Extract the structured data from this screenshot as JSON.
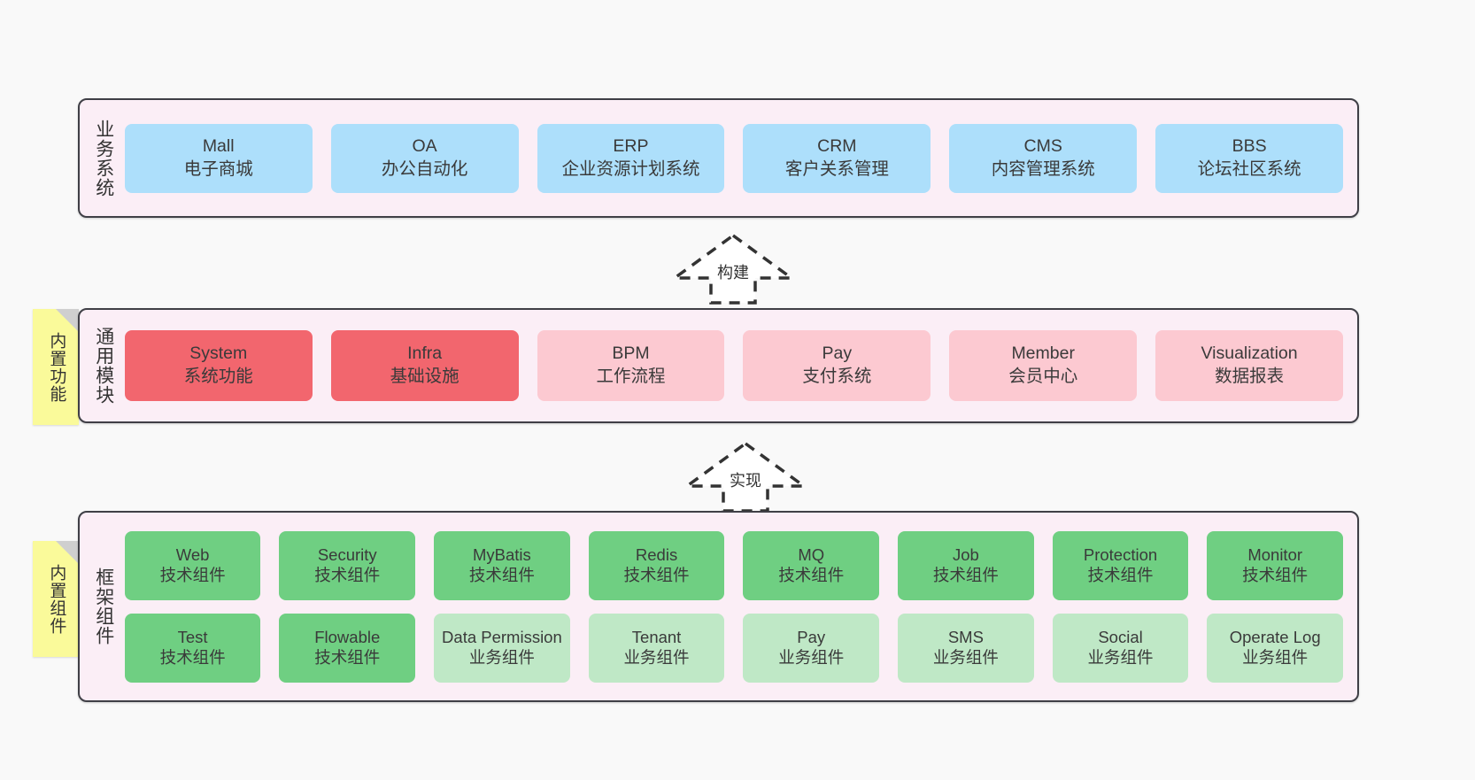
{
  "layers": [
    {
      "id": "business",
      "label": "业务系统",
      "rows": [
        [
          {
            "name": "mall",
            "l1": "Mall",
            "l2": "电子商城",
            "color": "#addffb"
          },
          {
            "name": "oa",
            "l1": "OA",
            "l2": "办公自动化",
            "color": "#addffb"
          },
          {
            "name": "erp",
            "l1": "ERP",
            "l2": "企业资源计划系统",
            "color": "#addffb"
          },
          {
            "name": "crm",
            "l1": "CRM",
            "l2": "客户关系管理",
            "color": "#addffb"
          },
          {
            "name": "cms",
            "l1": "CMS",
            "l2": "内容管理系统",
            "color": "#addffb"
          },
          {
            "name": "bbs",
            "l1": "BBS",
            "l2": "论坛社区系统",
            "color": "#addffb"
          }
        ]
      ]
    },
    {
      "id": "modules",
      "label": "通用模块",
      "rows": [
        [
          {
            "name": "system",
            "l1": "System",
            "l2": "系统功能",
            "color": "#f2666e"
          },
          {
            "name": "infra",
            "l1": "Infra",
            "l2": "基础设施",
            "color": "#f2666e"
          },
          {
            "name": "bpm",
            "l1": "BPM",
            "l2": "工作流程",
            "color": "#fcc9d1"
          },
          {
            "name": "pay",
            "l1": "Pay",
            "l2": "支付系统",
            "color": "#fcc9d1"
          },
          {
            "name": "member",
            "l1": "Member",
            "l2": "会员中心",
            "color": "#fcc9d1"
          },
          {
            "name": "visualization",
            "l1": "Visualization",
            "l2": "数据报表",
            "color": "#fcc9d1"
          }
        ]
      ]
    },
    {
      "id": "framework",
      "label": "框架组件",
      "rows": [
        [
          {
            "name": "web",
            "l1": "Web",
            "l2": "技术组件",
            "color": "#6fcf82"
          },
          {
            "name": "security",
            "l1": "Security",
            "l2": "技术组件",
            "color": "#6fcf82"
          },
          {
            "name": "mybatis",
            "l1": "MyBatis",
            "l2": "技术组件",
            "color": "#6fcf82"
          },
          {
            "name": "redis",
            "l1": "Redis",
            "l2": "技术组件",
            "color": "#6fcf82"
          },
          {
            "name": "mq",
            "l1": "MQ",
            "l2": "技术组件",
            "color": "#6fcf82"
          },
          {
            "name": "job",
            "l1": "Job",
            "l2": "技术组件",
            "color": "#6fcf82"
          },
          {
            "name": "protection",
            "l1": "Protection",
            "l2": "技术组件",
            "color": "#6fcf82"
          },
          {
            "name": "monitor",
            "l1": "Monitor",
            "l2": "技术组件",
            "color": "#6fcf82"
          }
        ],
        [
          {
            "name": "test",
            "l1": "Test",
            "l2": "技术组件",
            "color": "#6fcf82"
          },
          {
            "name": "flowable",
            "l1": "Flowable",
            "l2": "技术组件",
            "color": "#6fcf82"
          },
          {
            "name": "data-permission",
            "l1": "Data Permission",
            "l2": "业务组件",
            "color": "#bfe8c6"
          },
          {
            "name": "tenant",
            "l1": "Tenant",
            "l2": "业务组件",
            "color": "#bfe8c6"
          },
          {
            "name": "pay",
            "l1": "Pay",
            "l2": "业务组件",
            "color": "#bfe8c6"
          },
          {
            "name": "sms",
            "l1": "SMS",
            "l2": "业务组件",
            "color": "#bfe8c6"
          },
          {
            "name": "social",
            "l1": "Social",
            "l2": "业务组件",
            "color": "#bfe8c6"
          },
          {
            "name": "operate-log",
            "l1": "Operate Log",
            "l2": "业务组件",
            "color": "#bfe8c6"
          }
        ]
      ]
    }
  ],
  "stickies": [
    {
      "id": "modules",
      "label": "内置功能"
    },
    {
      "id": "framework",
      "label": "内置组件"
    }
  ],
  "arrows": [
    {
      "id": "build",
      "label": "构建"
    },
    {
      "id": "impl",
      "label": "实现"
    }
  ],
  "colors": {
    "background": "#f9f9f9",
    "layer_fill": "#fbeef6",
    "layer_border": "#3f3f46",
    "blue": "#addffb",
    "red": "#f2666e",
    "pink": "#fcc9d1",
    "green": "#6fcf82",
    "light_green": "#bfe8c6",
    "sticky_yellow": "#fafa9a",
    "sticky_fold": "#cfcfcf",
    "arrow_stroke": "#333333"
  }
}
